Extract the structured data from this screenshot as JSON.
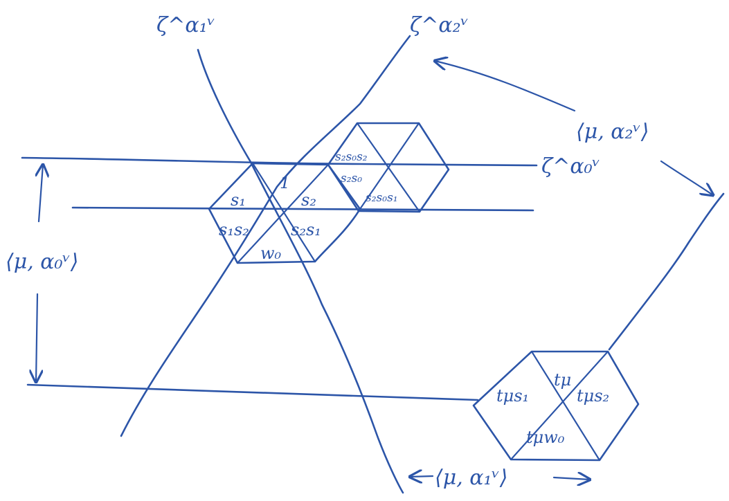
{
  "diagram": {
    "regions": {
      "identity": "1",
      "s1": "s₁",
      "s2": "s₂",
      "s1s2": "s₁s₂",
      "s2s1": "s₂s₁",
      "w0": "w₀",
      "s2s0s2": "s₂s₀s₂",
      "s2s0": "s₂s₀",
      "s2s0s1": "s₂s₀s₁",
      "t_mu": "tμ",
      "t_mu_s1": "tμs₁",
      "t_mu_s2": "tμs₂",
      "t_mu_w0": "tμw₀"
    },
    "line_labels": {
      "line_alpha1": "ζ^α₁ᵛ",
      "line_alpha2": "ζ^α₂ᵛ",
      "line_alpha0": "ζ^α₀ᵛ"
    },
    "pairings": {
      "mu_alpha0": "⟨μ, α₀ᵛ⟩",
      "mu_alpha2": "⟨μ, α₂ᵛ⟩",
      "mu_alpha1": "⟨μ, α₁ᵛ⟩"
    }
  }
}
